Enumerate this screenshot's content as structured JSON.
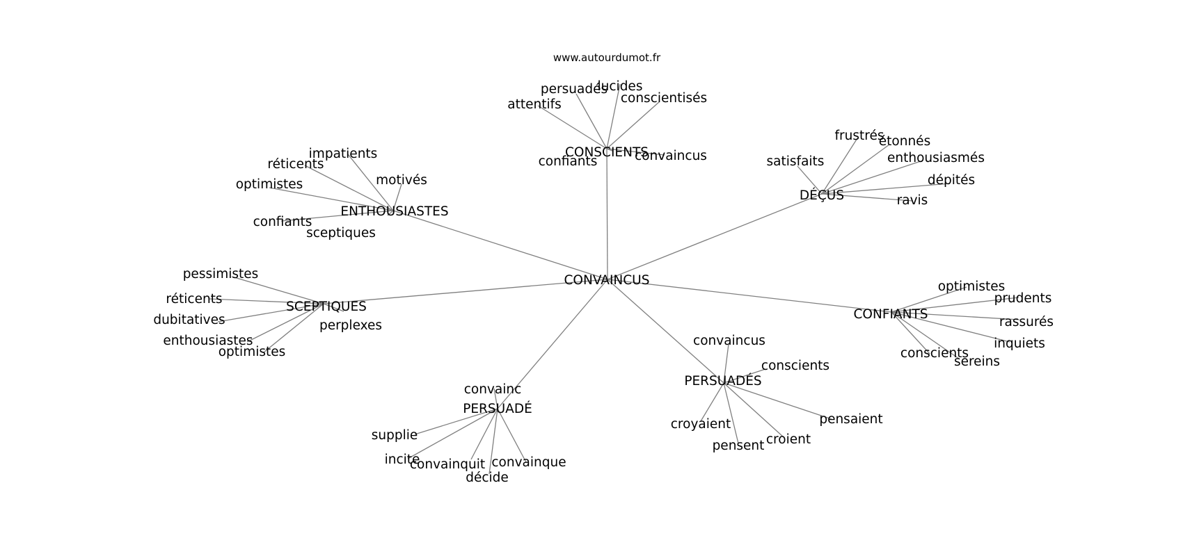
{
  "watermark": "www.autourdumot.fr",
  "colors": {
    "edge": "#7f7f7f",
    "text": "#000000",
    "background": "#ffffff"
  },
  "root": "CONVAINCUS",
  "groups": [
    {
      "name": "CONSCIENTS",
      "words": [
        "attentifs",
        "persuadés",
        "lucides",
        "conscientisés",
        "convaincus",
        "confiants"
      ]
    },
    {
      "name": "DÉÇUS",
      "words": [
        "satisfaits",
        "frustrés",
        "étonnés",
        "enthousiasmés",
        "dépités",
        "ravis"
      ]
    },
    {
      "name": "ENTHOUSIASTES",
      "words": [
        "impatients",
        "réticents",
        "optimistes",
        "motivés",
        "confiants",
        "sceptiques"
      ]
    },
    {
      "name": "SCEPTIQUES",
      "words": [
        "pessimistes",
        "réticents",
        "dubitatives",
        "enthousiastes",
        "optimistes",
        "perplexes"
      ]
    },
    {
      "name": "CONFIANTS",
      "words": [
        "optimistes",
        "prudents",
        "rassurés",
        "inquiets",
        "sereins",
        "conscients"
      ]
    },
    {
      "name": "PERSUADÉS",
      "words": [
        "convaincus",
        "conscients",
        "pensaient",
        "croient",
        "pensent",
        "croyaient"
      ]
    },
    {
      "name": "PERSUADÉ",
      "words": [
        "convainc",
        "supplie",
        "incite",
        "convainquit",
        "décide",
        "convainque"
      ]
    }
  ]
}
